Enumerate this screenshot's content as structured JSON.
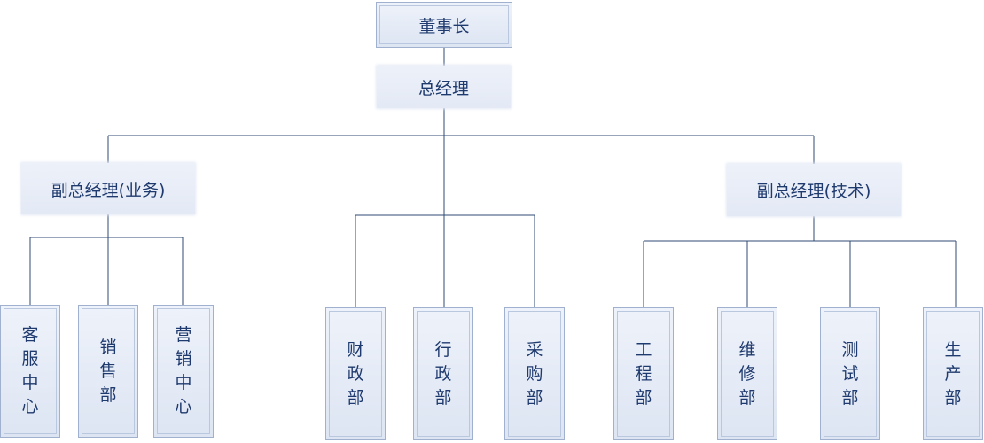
{
  "org": {
    "chairman": "董事长",
    "general_manager": "总经理",
    "vp_business": "副总经理(业务)",
    "vp_technology": "副总经理(技术)",
    "business_depts": [
      "客服中心",
      "销售部",
      "营销中心"
    ],
    "admin_depts": [
      "财政部",
      "行政部",
      "采购部"
    ],
    "tech_depts": [
      "工程部",
      "维修部",
      "测试部",
      "生产部"
    ]
  },
  "colors": {
    "line": "#2f4a74",
    "text": "#1f3a6e",
    "box_fill": "#e4eaf5",
    "box_border": "#9fb1cf"
  }
}
